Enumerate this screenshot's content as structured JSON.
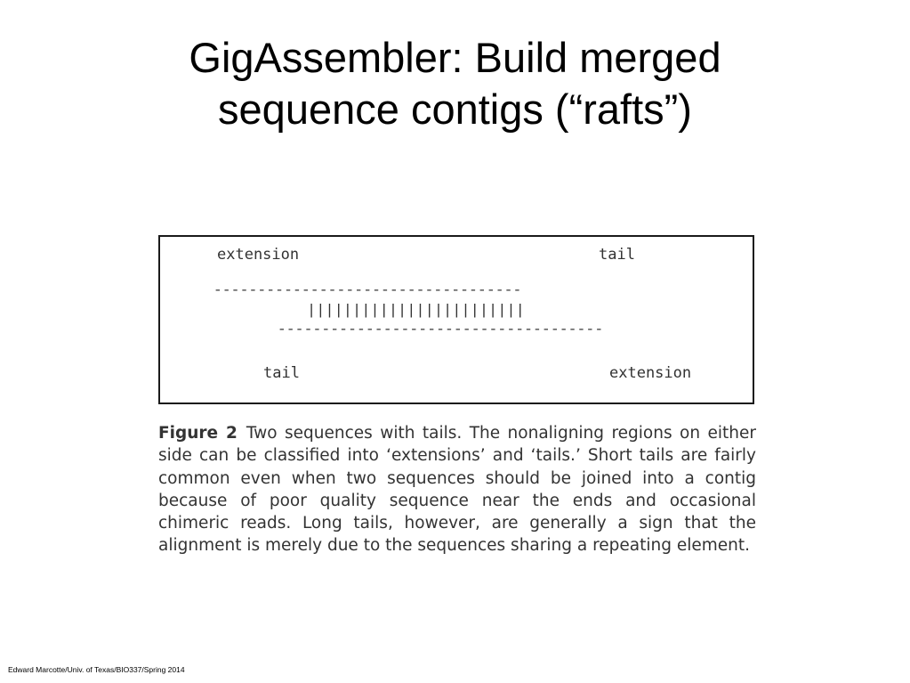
{
  "slide": {
    "title_line1": "GigAssembler: Build merged",
    "title_line2": "sequence contigs (“rafts”)"
  },
  "diagram": {
    "top_left_label": "extension",
    "top_right_label": "tail",
    "seq_top": "-----------------------------------",
    "alignment_bars": "||||||||||||||||||||||||",
    "seq_bottom": "-------------------------------------",
    "bottom_left_label": "tail",
    "bottom_right_label": "extension"
  },
  "caption": {
    "label": "Figure 2",
    "text": "Two sequences with tails. The nonaligning regions on either side can be classified into ‘extensions’ and ‘tails.’ Short tails are fairly common even when two sequences should be joined into a contig because of poor quality sequence near the ends and occasional chimeric reads. Long tails, however, are generally a sign that the alignment is merely due to the sequences sharing a repeating ele­ment."
  },
  "footer": {
    "credit": "Edward Marcotte/Univ. of Texas/BIO337/Spring 2014"
  }
}
